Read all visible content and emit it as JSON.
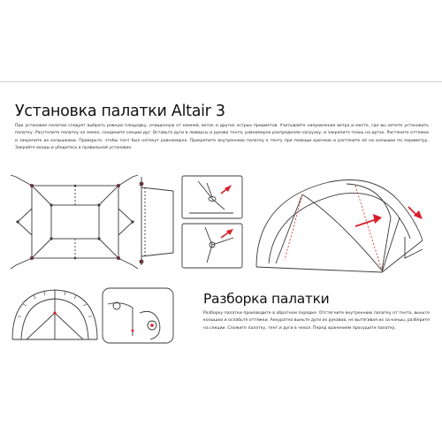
{
  "setup": {
    "title": "Установка палатки Altair 3",
    "paragraph": "При установке палатки следует выбрать ровную площадку, очищенную от камней, веток и других острых предметов. Учитывайте направление ветра и место, где вы хотите установить палатку. Расстелите палатку на земле, соедините секции дуг. Вставьте дуги в люверсы и рукава тента, равномерно распределяя нагрузку, и закрепите ткань на дугах. Растяните оттяжки и закрепите их колышками. Проверьте, чтобы тент был натянут равномерно. Прикрепите внутреннюю палатку к тенту при помощи крючков и растяните её на колышки по периметру. Закройте входы и убедитесь в правильной установке."
  },
  "teardown": {
    "title": "Разборка палатки",
    "paragraph": "Разборку палатки производите в обратном порядке. Отстегните внутреннюю палатку от тента, выньте колышки и ослабьте оттяжки. Аккуратно выньте дуги из рукавов, не вытягивая их за концы, разберите на секции. Сложите палатку, тент и дуги в чехол. Перед хранением просушите палатку."
  },
  "colors": {
    "arrow": "#d81e2a",
    "line": "#3a3a3a",
    "rule": "#cfcfcf"
  },
  "icons": [
    "tent-floor-plan",
    "pole-sleeve-detail",
    "pole-clip-detail",
    "tent-assembled",
    "tent-frame-diagram",
    "hook-detail"
  ]
}
